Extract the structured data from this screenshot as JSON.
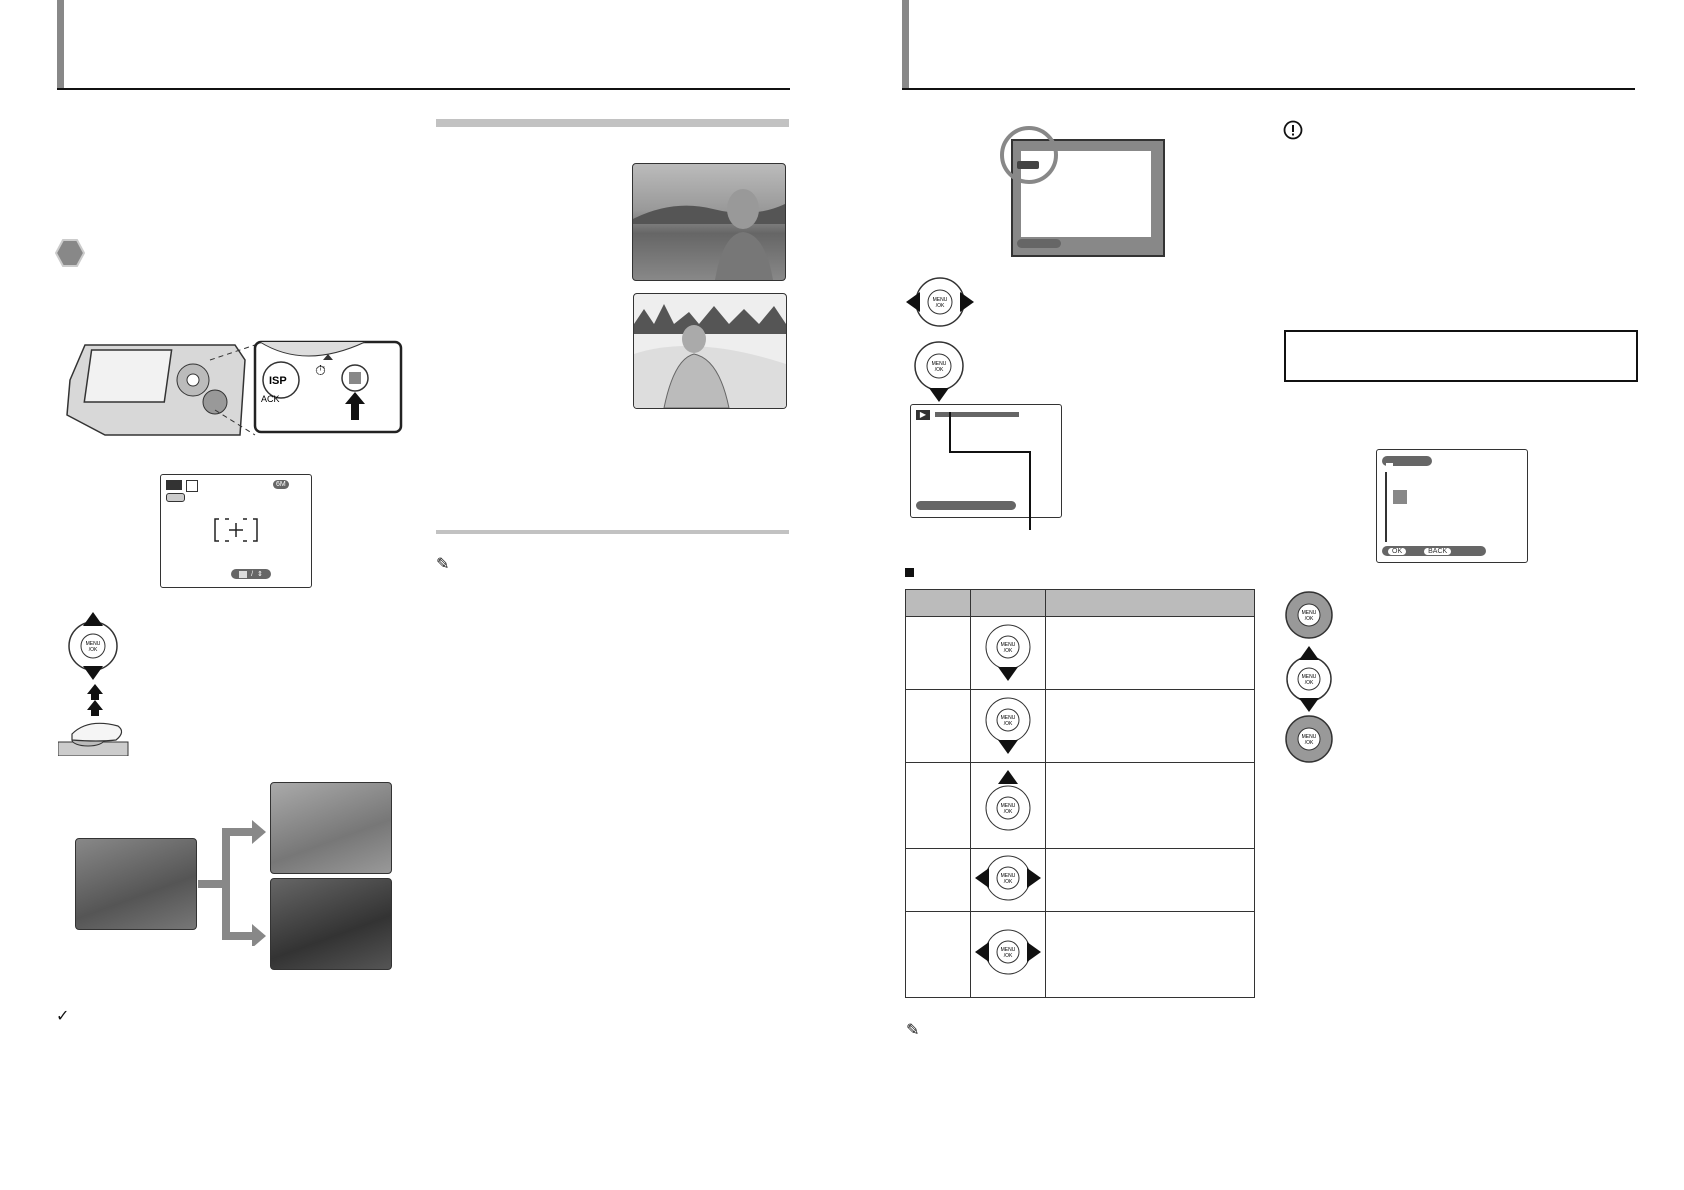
{
  "lcd_shooting": {
    "size_badge": "6M",
    "battery_label": "▭",
    "ev_label": "/",
    "ev_arrows": "⇕"
  },
  "lcd_playback": {
    "mode": "▶"
  },
  "volume_screen": {
    "ok_label": "OK",
    "back_label": "BACK"
  },
  "dpad": {
    "center_label": "MENU/OK"
  },
  "table": {
    "headers": [
      "",
      "",
      ""
    ],
    "rows": [
      {
        "col1": "",
        "col3": "",
        "arrows": "down"
      },
      {
        "col1": "",
        "col3": "",
        "arrows": "down"
      },
      {
        "col1": "",
        "col3": "",
        "arrows": "up"
      },
      {
        "col1": "",
        "col3": "",
        "arrows": "leftright"
      },
      {
        "col1": "",
        "col3": "",
        "arrows": "leftright"
      }
    ]
  },
  "icons": {
    "hexagon": "hexagon-bullet-icon",
    "memo": "memo-icon",
    "caution": "caution-icon",
    "check": "check-icon"
  },
  "colors": {
    "accent_gray": "#888888",
    "rule": "#111111",
    "light_rule": "#c2c2c2"
  }
}
